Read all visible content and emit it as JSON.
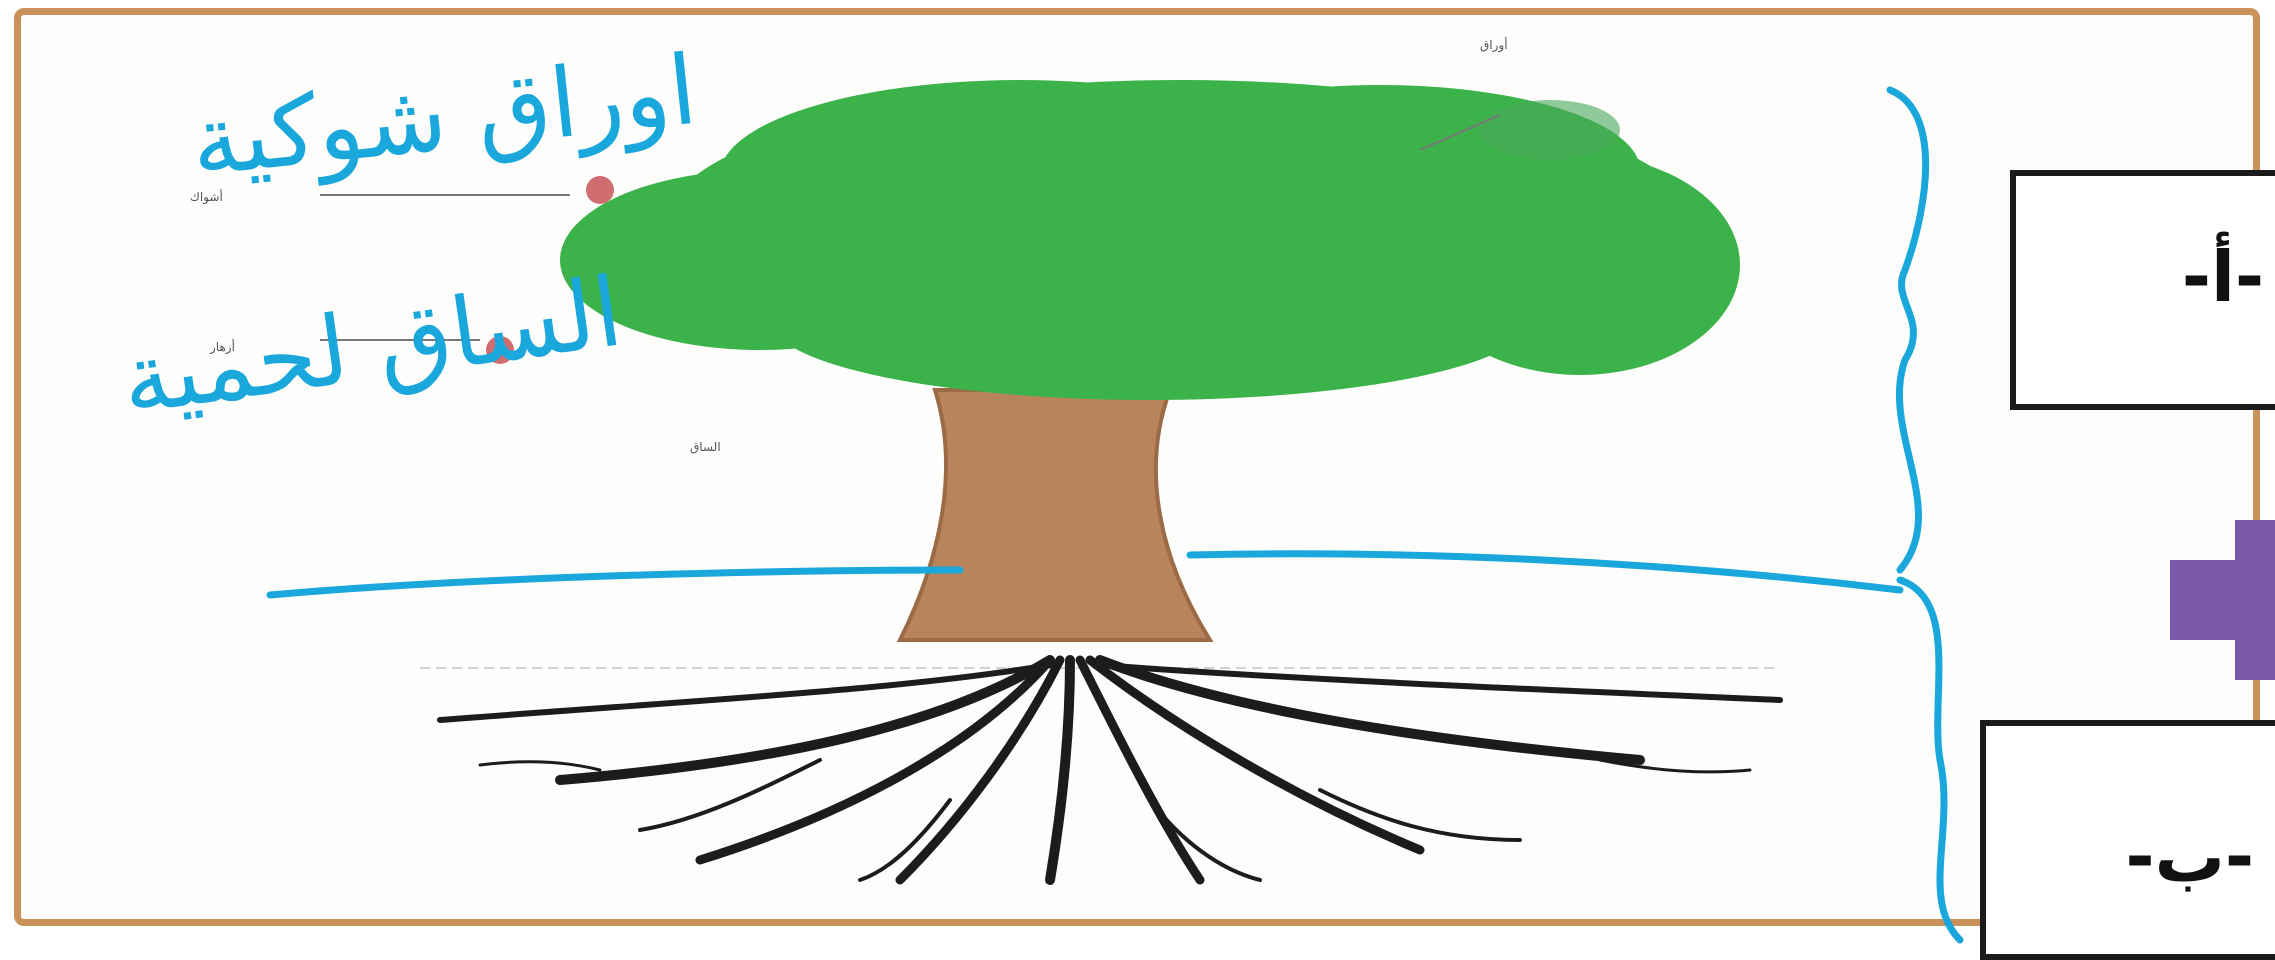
{
  "labels": {
    "a": "-أ-",
    "b": "-ب-"
  },
  "handwriting": {
    "line1": "اوراق شوكية",
    "line2": "الساق لحمية"
  },
  "small_labels": {
    "top": "أوراق",
    "left1": "أشواك",
    "left2": "أزهار",
    "left3": "الساق"
  },
  "colors": {
    "frame": "#c9925a",
    "foliage": "#3cb34a",
    "trunk": "#b9835c",
    "roots": "#1c1c1c",
    "ink": "#1aa7dc",
    "arrow": "#7a5aa8"
  },
  "icons": {
    "arrow": "purple-block-arrow"
  }
}
